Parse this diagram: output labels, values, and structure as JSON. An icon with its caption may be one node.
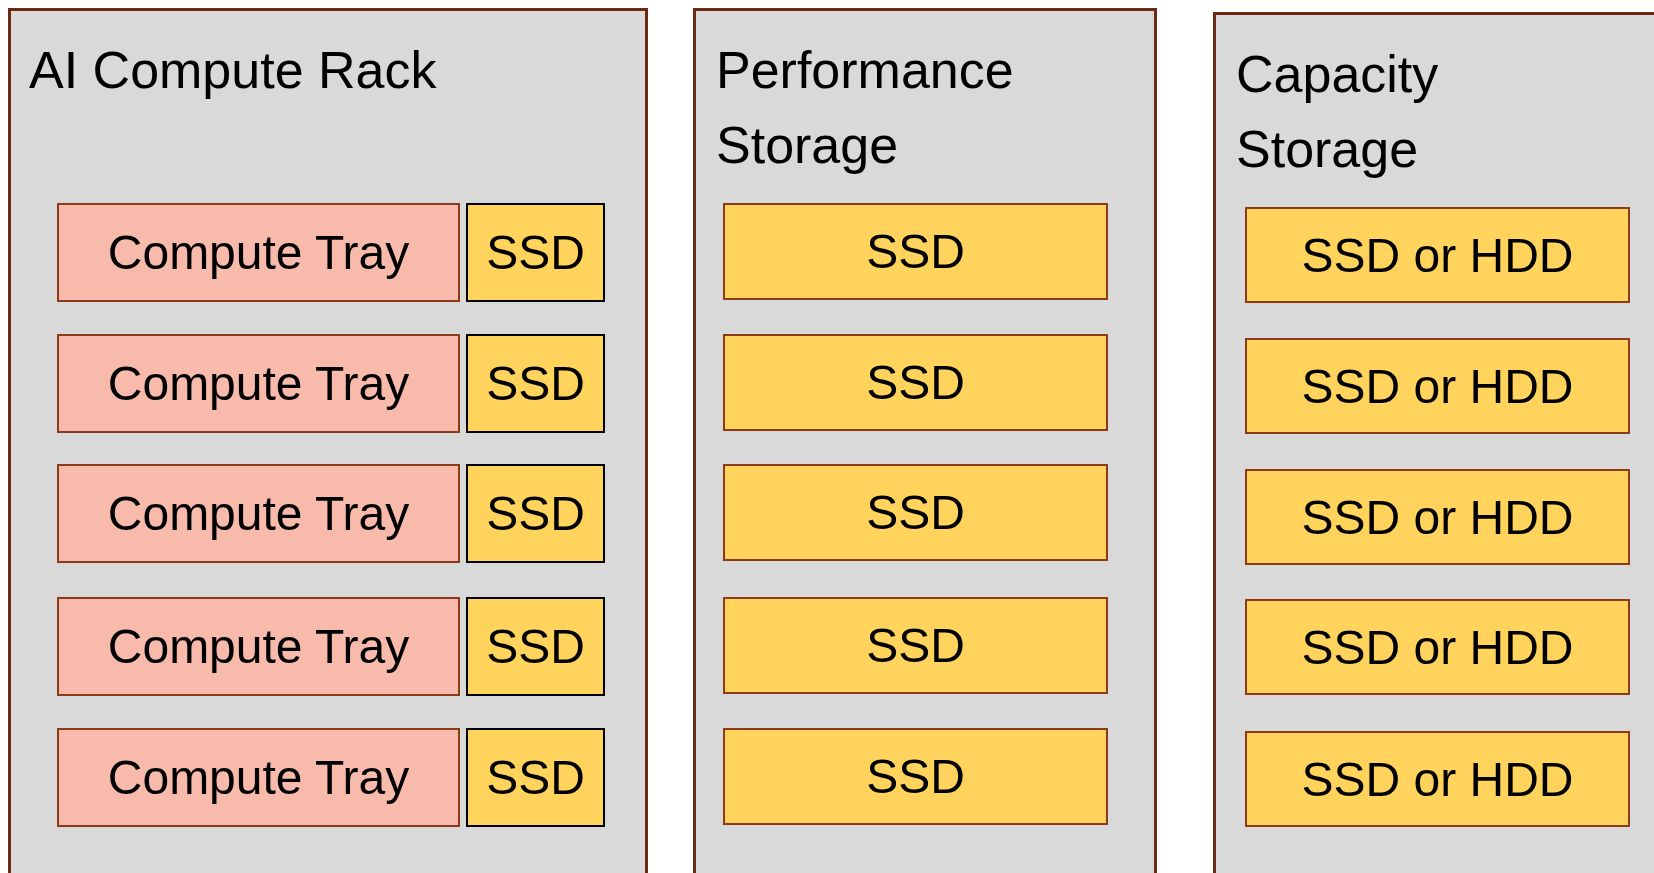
{
  "diagram": {
    "nodes": [
      {
        "text": [
          "AI Compute Rack"
        ]
      },
      {
        "text": [
          "Compute Tray"
        ],
        "in": 0
      },
      {
        "text": [
          "SSD"
        ],
        "in": 0
      },
      {
        "text": [
          "Compute Tray"
        ],
        "in": 0
      },
      {
        "text": [
          "SSD"
        ],
        "in": 0
      },
      {
        "text": [
          "Compute Tray"
        ],
        "in": 0
      },
      {
        "text": [
          "SSD"
        ],
        "in": 0
      },
      {
        "text": [
          "Compute Tray"
        ],
        "in": 0
      },
      {
        "text": [
          "SSD"
        ],
        "in": 0
      },
      {
        "text": [
          "Compute Tray"
        ],
        "in": 0
      },
      {
        "text": [
          "SSD"
        ],
        "in": 0
      },
      {
        "text": [
          "Performance Storage"
        ]
      },
      {
        "text": [
          "SSD"
        ],
        "in": 11
      },
      {
        "text": [
          "SSD"
        ],
        "in": 11
      },
      {
        "text": [
          "SSD"
        ],
        "in": 11
      },
      {
        "text": [
          "SSD"
        ],
        "in": 11
      },
      {
        "text": [
          "SSD"
        ],
        "in": 11
      },
      {
        "text": [
          "Capacity Storage"
        ]
      },
      {
        "text": [
          "SSD or HDD"
        ],
        "in": 17
      },
      {
        "text": [
          "SSD or HDD"
        ],
        "in": 17
      },
      {
        "text": [
          "SSD or HDD"
        ],
        "in": 17
      },
      {
        "text": [
          "SSD or HDD"
        ],
        "in": 17
      },
      {
        "text": [
          "SSD or HDD"
        ],
        "in": 17
      }
    ]
  }
}
